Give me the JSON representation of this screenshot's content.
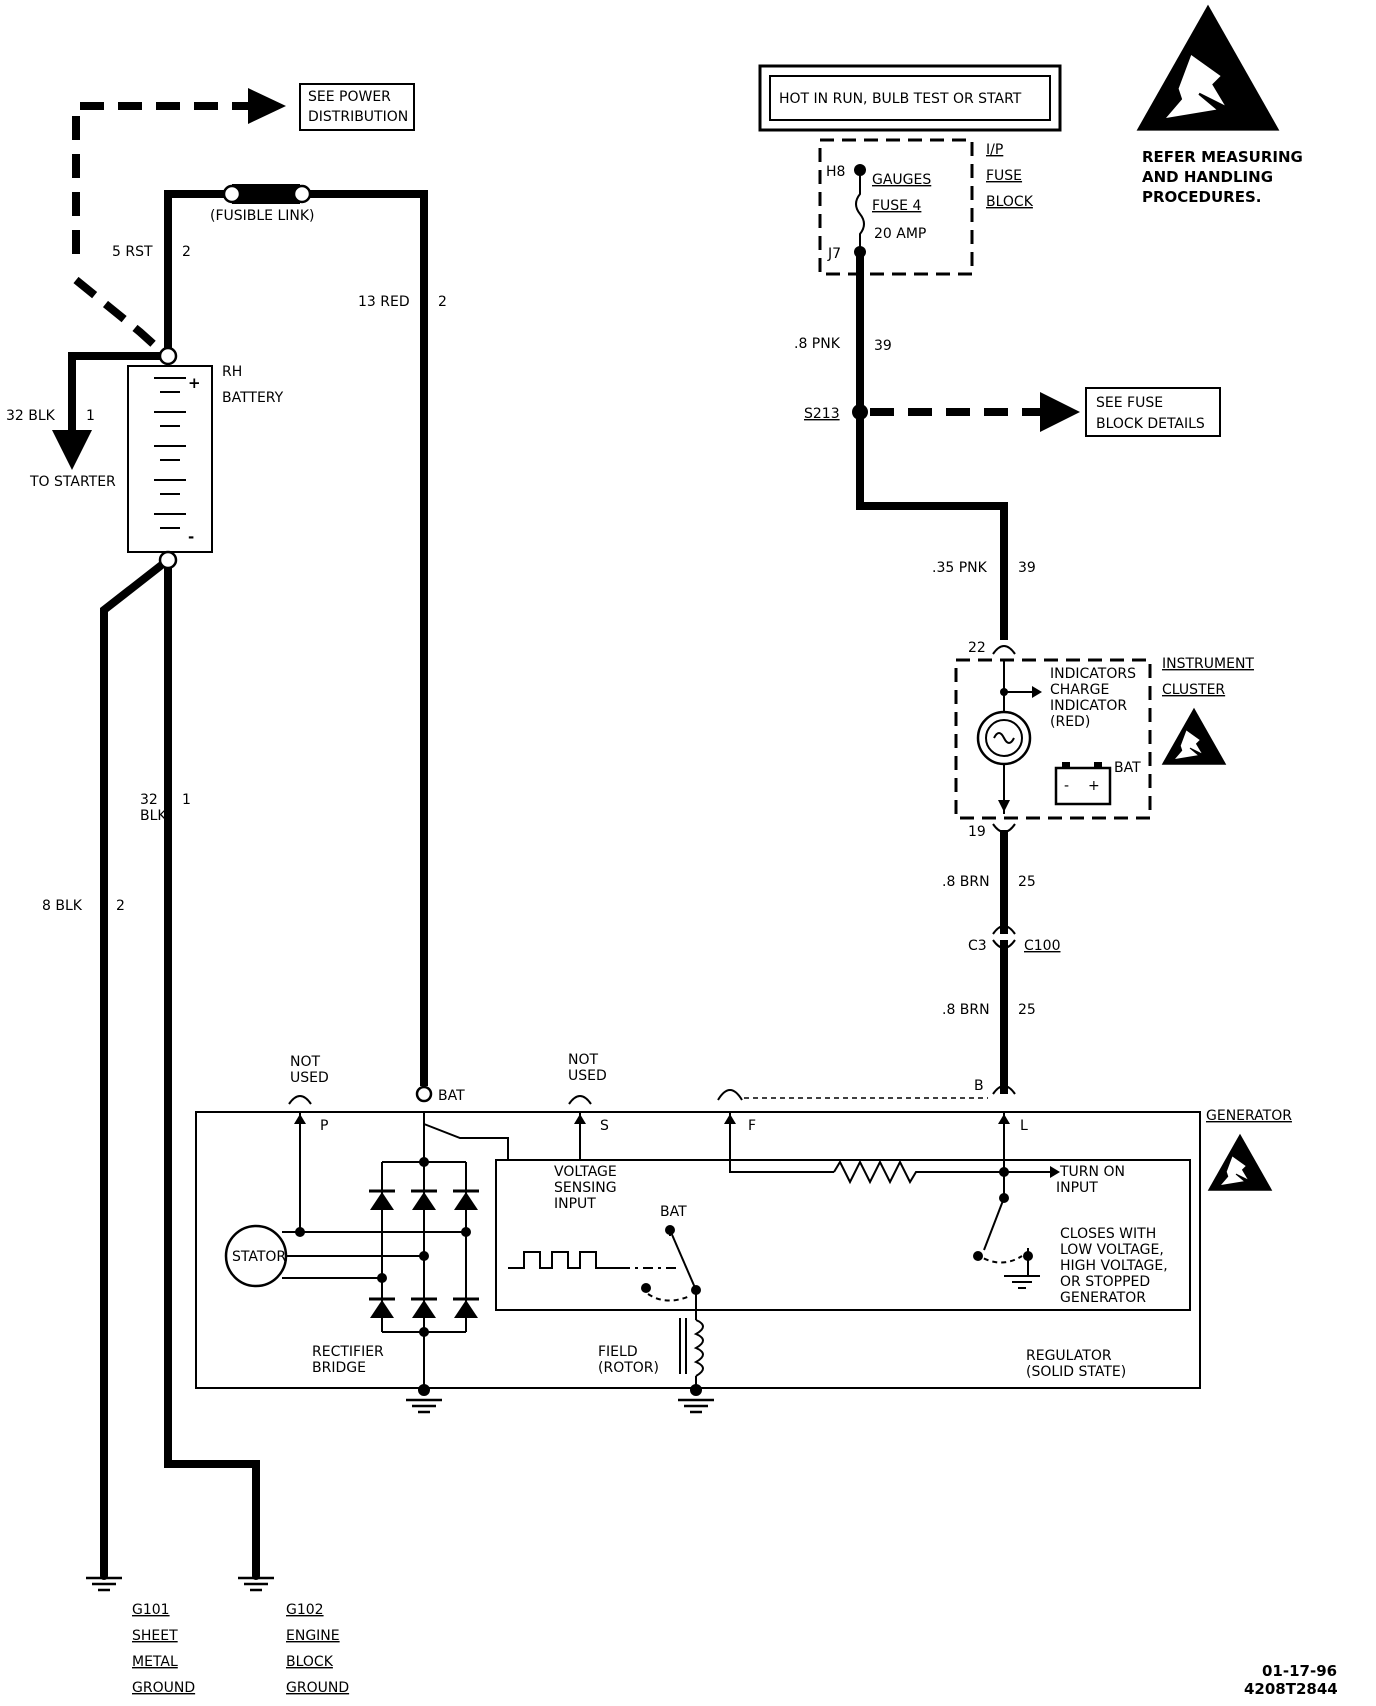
{
  "power": {
    "hot_label": "HOT IN RUN, BULB TEST OR START",
    "see_power_distribution": [
      "SEE POWER",
      "DISTRIBUTION"
    ]
  },
  "esd": {
    "note": [
      "REFER MEASURING",
      "AND HANDLING",
      "PROCEDURES."
    ]
  },
  "fuse_block": {
    "title": [
      "I/P",
      "FUSE",
      "BLOCK"
    ],
    "pin_in": "H8",
    "pin_out": "J7",
    "circuit": "GAUGES",
    "fuse": "FUSE 4",
    "rating": "20 AMP"
  },
  "battery": {
    "label": [
      "RH",
      "BATTERY"
    ],
    "fusible_link": "(FUSIBLE LINK)",
    "plus": "+",
    "minus": "-",
    "to_starter": "TO STARTER"
  },
  "wires": {
    "rst": {
      "gauge": "5 RST",
      "circuit": "2"
    },
    "red": {
      "gauge": "13 RED",
      "circuit": "2"
    },
    "blk_starter": {
      "gauge": "32 BLK",
      "circuit": "1"
    },
    "blk_ground": {
      "gauge": [
        "32",
        "BLK"
      ],
      "circuit": "1"
    },
    "blk_sheet": {
      "gauge": "8 BLK",
      "circuit": "2"
    },
    "pnk_upper": {
      "gauge": ".8 PNK",
      "circuit": "39"
    },
    "pnk_lower": {
      "gauge": ".35 PNK",
      "circuit": "39"
    },
    "brn_upper": {
      "gauge": ".8 BRN",
      "circuit": "25"
    },
    "brn_lower": {
      "gauge": ".8 BRN",
      "circuit": "25"
    }
  },
  "splice": "S213",
  "see_fuse_block": [
    "SEE FUSE",
    "BLOCK DETAILS"
  ],
  "cluster": {
    "title": [
      "INSTRUMENT",
      "CLUSTER"
    ],
    "pin_top": "22",
    "pin_bottom": "19",
    "indicator": [
      "INDICATORS",
      "CHARGE",
      "INDICATOR",
      "(RED)"
    ],
    "bat": "BAT"
  },
  "connector": {
    "left": "C3",
    "right": "C100"
  },
  "generator": {
    "title": "GENERATOR",
    "terminals": {
      "p": "P",
      "bat": "BAT",
      "s": "S",
      "f": "F",
      "l": "L",
      "b": "B"
    },
    "not_used": [
      "NOT",
      "USED"
    ],
    "stator": "STATOR",
    "rectifier": [
      "RECTIFIER",
      "BRIDGE"
    ],
    "voltage_sensing": [
      "VOLTAGE",
      "SENSING",
      "INPUT"
    ],
    "bat_internal": "BAT",
    "field": [
      "FIELD",
      "(ROTOR)"
    ],
    "regulator": [
      "REGULATOR",
      "(SOLID STATE)"
    ],
    "turn_on": [
      "TURN ON",
      "INPUT"
    ],
    "closes_with": [
      "CLOSES WITH",
      "LOW VOLTAGE,",
      "HIGH VOLTAGE,",
      "OR STOPPED",
      "GENERATOR"
    ]
  },
  "grounds": {
    "g101": [
      "G101",
      "SHEET",
      "METAL",
      "GROUND"
    ],
    "g102": [
      "G102",
      "ENGINE",
      "BLOCK",
      "GROUND"
    ]
  },
  "footer": {
    "date": "01-17-96",
    "code": "4208T2844"
  }
}
